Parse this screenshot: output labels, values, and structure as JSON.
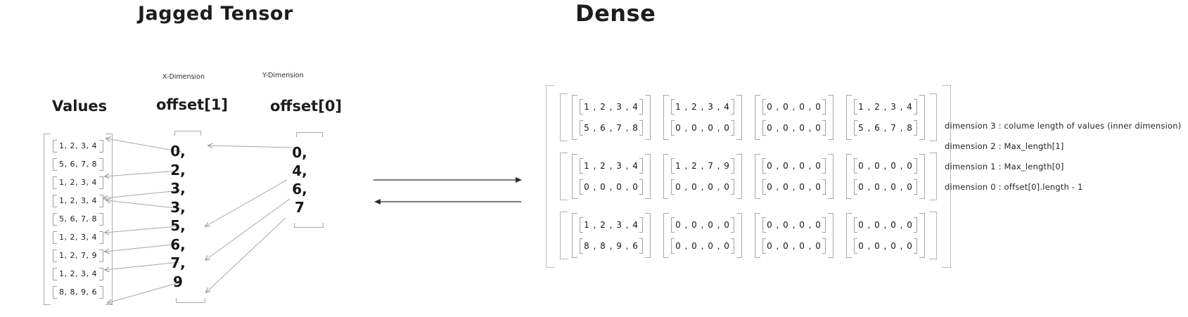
{
  "jagged": {
    "title": "Jagged Tensor",
    "values_label": "Values",
    "values_rows": [
      "1, 2, 3, 4",
      "5, 6, 7, 8",
      "1, 2, 3, 4",
      "1, 2, 3, 4",
      "5, 6, 7, 8",
      "1, 2, 3, 4",
      "1, 2, 7, 9",
      "1, 2, 3, 4",
      "8, 8, 9, 6"
    ],
    "x_dimension_label": "X-Dimension",
    "offset1_label": "offset[1]",
    "offset1_values": [
      "0,",
      "2,",
      "3,",
      "3,",
      "5,",
      "6,",
      "7,",
      "9"
    ],
    "y_dimension_label": "Y-Dimension",
    "offset0_label": "offset[0]",
    "offset0_values": [
      "0,",
      "4,",
      "6,",
      "7"
    ]
  },
  "dense": {
    "title": "Dense",
    "rows": [
      [
        [
          "1 , 2 , 3 , 4",
          "5 , 6 , 7 , 8"
        ],
        [
          "1 , 2 , 3 , 4",
          "0 , 0 , 0 , 0"
        ],
        [
          "0 , 0 , 0 , 0",
          "0 , 0 , 0 , 0"
        ],
        [
          "1 , 2 , 3 , 4",
          "5 , 6 , 7 , 8"
        ]
      ],
      [
        [
          "1 , 2 , 3 , 4",
          "0 , 0 , 0 , 0"
        ],
        [
          "1 , 2 , 7 , 9",
          "0 , 0 , 0 , 0"
        ],
        [
          "0 , 0 , 0 , 0",
          "0 , 0 , 0 , 0"
        ],
        [
          "0 , 0 , 0 , 0",
          "0 , 0 , 0 , 0"
        ]
      ],
      [
        [
          "1 , 2 , 3 , 4",
          "8 , 8 , 9 , 6"
        ],
        [
          "0 , 0 , 0 , 0",
          "0 , 0 , 0 , 0"
        ],
        [
          "0 , 0 , 0 , 0",
          "0 , 0 , 0 , 0"
        ],
        [
          "0 , 0 , 0 , 0",
          "0 , 0 , 0 , 0"
        ]
      ]
    ]
  },
  "annotations": [
    "dimension 3 : colume length of values (inner dimension)",
    "dimension 2 : Max_length[1]",
    "dimension 1  : Max_length[0]",
    "dimension 0 : offset[0].length - 1"
  ],
  "colors": {
    "ink": "#1d1d1d",
    "sketch_gray": "#a8a8a8",
    "arrow_dark": "#2b2b2b"
  }
}
